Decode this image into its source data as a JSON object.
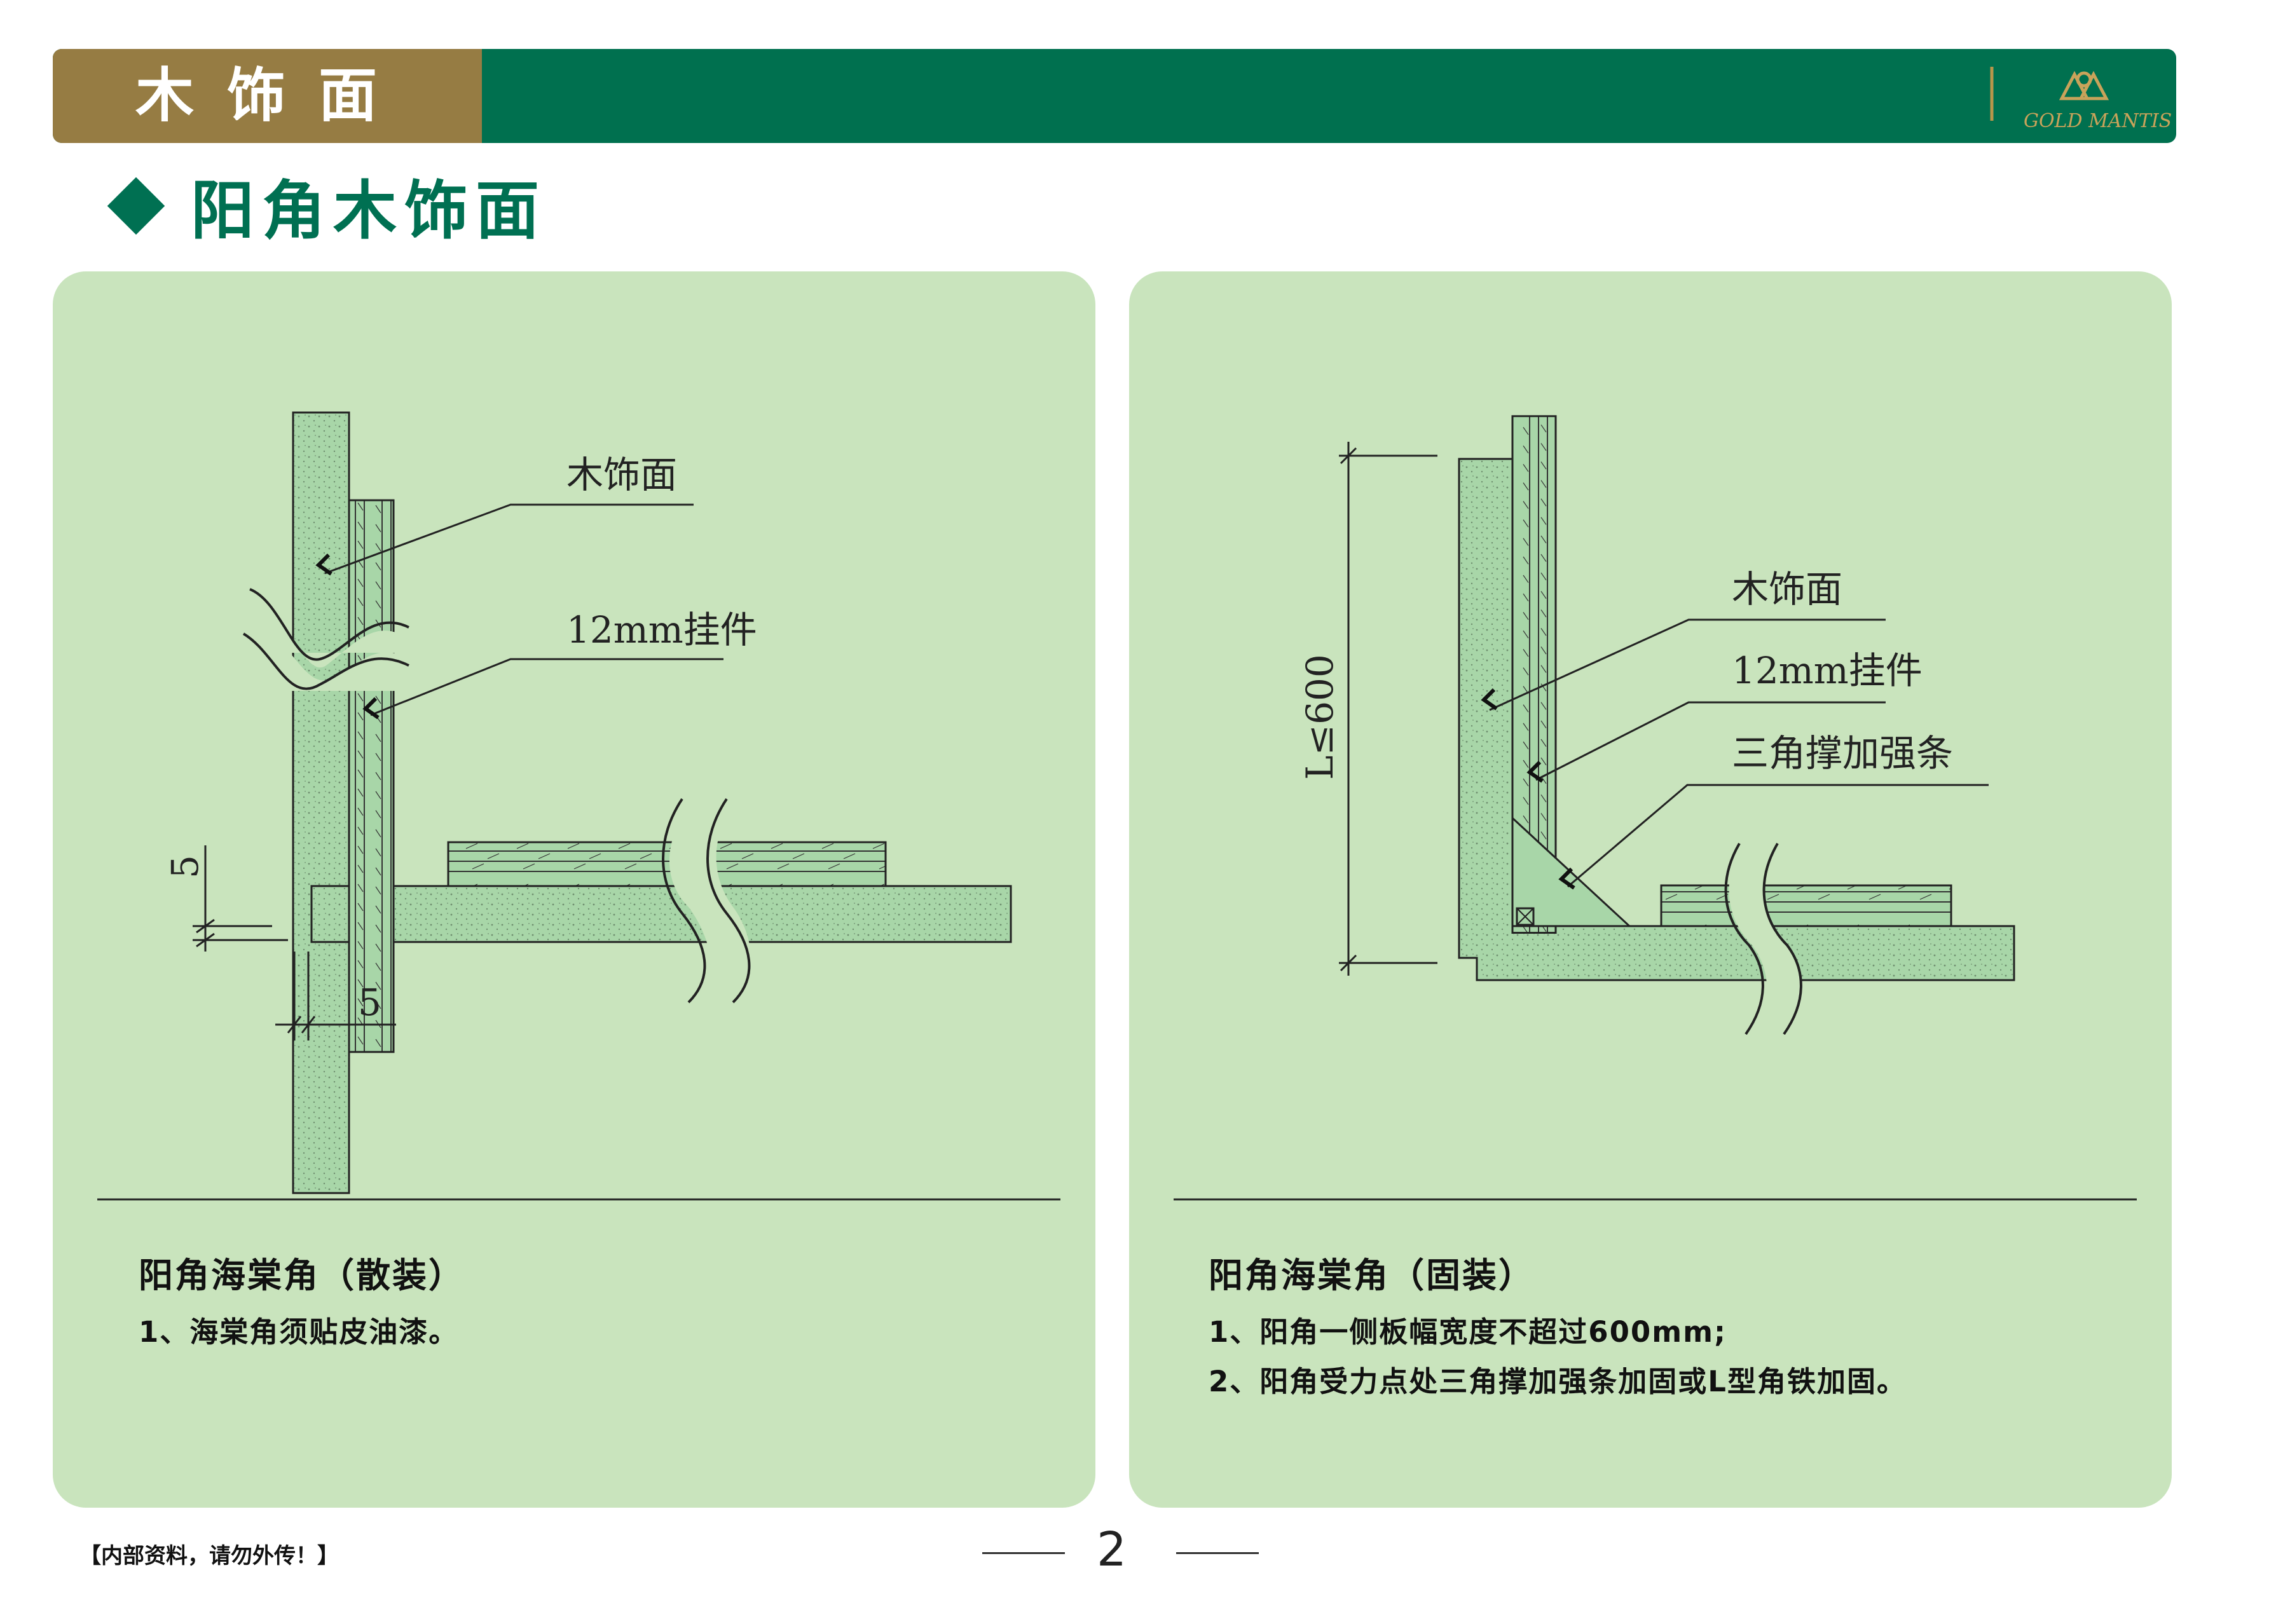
{
  "header": {
    "title": "木饰面",
    "logo_text": "GOLD MANTIS"
  },
  "section_title": "阳角木饰面",
  "left_panel": {
    "labels": {
      "wood_face": "木饰面",
      "hanger": "12mm挂件",
      "dim_vertical": "5",
      "dim_horizontal": "5"
    },
    "title": "阳角海棠角（散装）",
    "notes": [
      "1、海棠角须贴皮油漆。"
    ]
  },
  "right_panel": {
    "labels": {
      "wood_face": "木饰面",
      "hanger": "12mm挂件",
      "brace": "三角撑加强条",
      "dim": "L≤600"
    },
    "title": "阳角海棠角（固装）",
    "notes": [
      "1、阳角一侧板幅宽度不超过600mm;",
      "2、阳角受力点处三角撑加强条加固或L型角铁加固。"
    ]
  },
  "footer": {
    "note": "【内部资料，请勿外传！】",
    "page": "2"
  },
  "colors": {
    "header_green": "#00704f",
    "header_gold": "#967c43",
    "panel_bg": "#c9e4bd",
    "board": "#a8d6a8",
    "title_green": "#007052"
  }
}
